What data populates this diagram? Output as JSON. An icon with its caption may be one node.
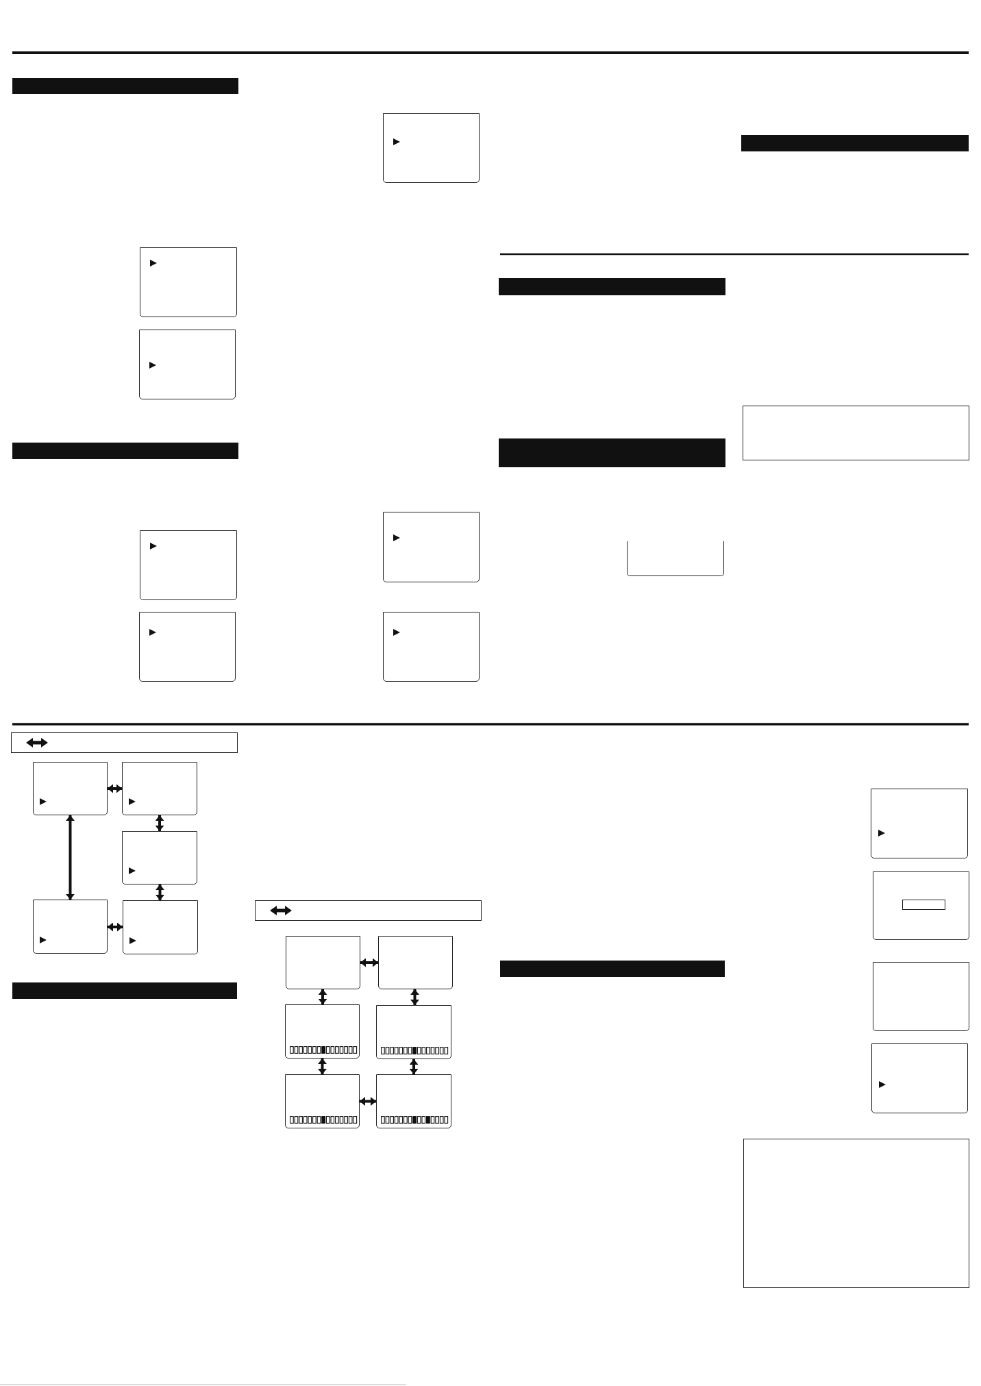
{
  "diagram": {
    "nodes": [
      {
        "text": [],
        "shape": "box"
      },
      {
        "text": [],
        "shape": "box"
      },
      {
        "text": [],
        "shape": "box"
      },
      {
        "text": [],
        "shape": "box"
      },
      {
        "text": [],
        "shape": "box"
      },
      {
        "text": [],
        "shape": "box"
      },
      {
        "text": [],
        "shape": "box"
      },
      {
        "text": [],
        "shape": "box"
      },
      {
        "text": [],
        "shape": "box"
      },
      {
        "text": [],
        "shape": "box"
      },
      {
        "text": [],
        "shape": "box"
      },
      {
        "text": [],
        "shape": "box"
      },
      {
        "text": [],
        "shape": "box"
      },
      {
        "text": [],
        "shape": "box"
      },
      {
        "text": [],
        "shape": "box"
      },
      {
        "text": [],
        "shape": "box"
      },
      {
        "text": [],
        "shape": "box"
      },
      {
        "text": [],
        "shape": "box"
      },
      {
        "text": [],
        "shape": "box"
      },
      {
        "text": [],
        "shape": "box"
      },
      {
        "text": [],
        "shape": "box"
      },
      {
        "text": [],
        "shape": "box"
      },
      {
        "text": [],
        "shape": "bar"
      },
      {
        "text": [],
        "shape": "bar"
      },
      {
        "text": [],
        "shape": "bar"
      },
      {
        "text": [],
        "shape": "bar"
      },
      {
        "text": [],
        "shape": "bar"
      },
      {
        "text": [],
        "shape": "bar"
      },
      {
        "text": [],
        "shape": "bar"
      },
      {
        "text": [],
        "shape": "box"
      },
      {
        "text": [],
        "shape": "box"
      },
      {
        "text": [],
        "shape": "box"
      },
      {
        "text": [],
        "shape": "box"
      },
      {
        "text": [],
        "shape": "box"
      }
    ],
    "edges": [
      {
        "from": 7,
        "to": 8,
        "arrow": "both"
      },
      {
        "from": 8,
        "to": 9,
        "arrow": "both"
      },
      {
        "from": 7,
        "to": 10,
        "arrow": "both"
      },
      {
        "from": 9,
        "to": 11,
        "arrow": "both"
      },
      {
        "from": 10,
        "to": 11,
        "arrow": "both"
      },
      {
        "from": 12,
        "to": 13,
        "arrow": "both"
      },
      {
        "from": 12,
        "to": 14,
        "arrow": "both"
      },
      {
        "from": 13,
        "to": 15,
        "arrow": "both"
      },
      {
        "from": 14,
        "to": 16,
        "arrow": "both"
      },
      {
        "from": 15,
        "to": 17,
        "arrow": "both"
      },
      {
        "from": 16,
        "to": 17,
        "arrow": "both"
      }
    ]
  }
}
